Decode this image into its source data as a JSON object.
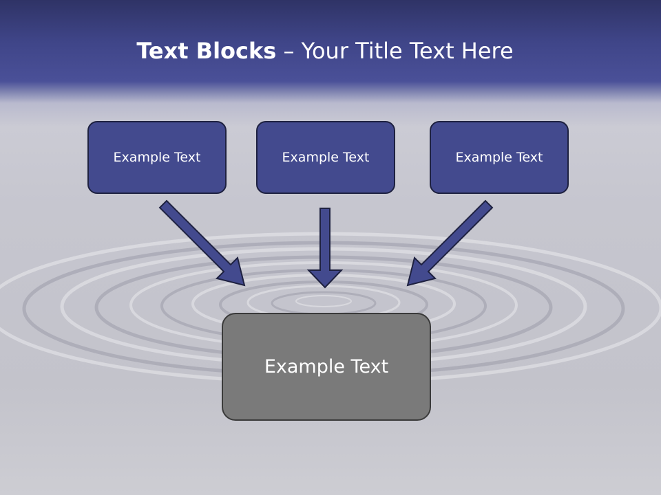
{
  "slide": {
    "title_bold": "Text Blocks",
    "title_rest": " – Your Title Text Here",
    "blocks": [
      {
        "label": "Example Text"
      },
      {
        "label": "Example Text"
      },
      {
        "label": "Example Text"
      }
    ],
    "target": {
      "label": "Example Text"
    }
  },
  "colors": {
    "header": "#454b92",
    "block_fill": "#434a8e",
    "block_border": "#1e2140",
    "target_fill": "#7a7a7a",
    "arrow_fill": "#434a8e"
  }
}
